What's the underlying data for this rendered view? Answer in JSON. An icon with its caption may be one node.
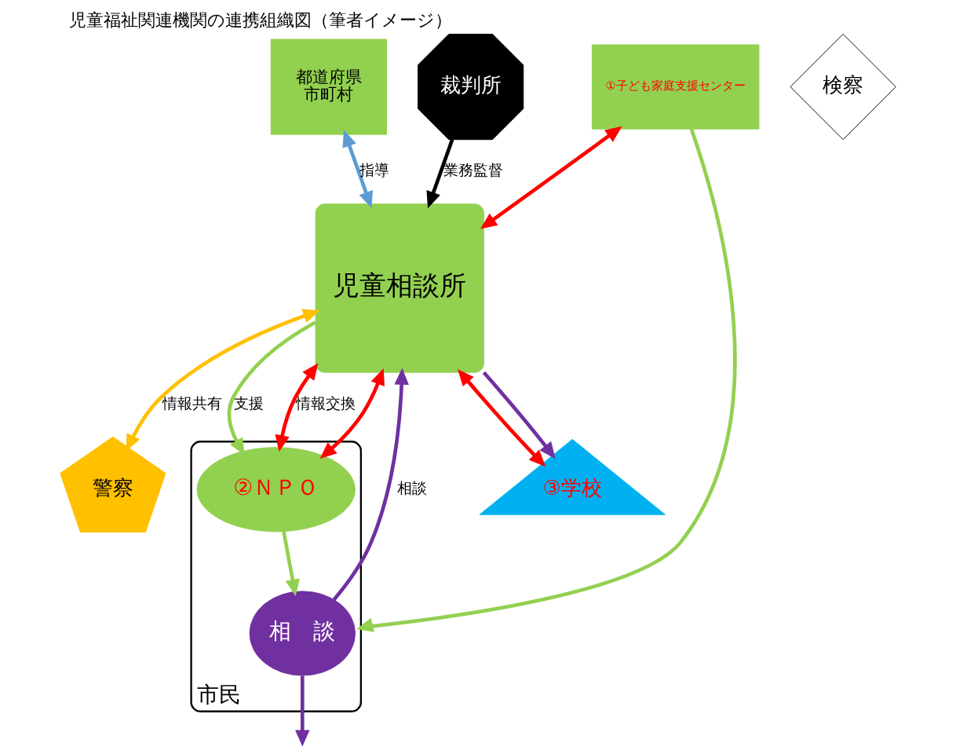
{
  "diagram": {
    "title": "児童福祉関連機関の連携組織図（筆者イメージ）",
    "nodes": [
      {
        "text": [
          "都道府県",
          "市町村"
        ]
      },
      {
        "text": [
          "①子ども家庭支援センター"
        ]
      },
      {
        "text": [
          "児童相談所"
        ]
      },
      {
        "text": [
          "③学校"
        ]
      },
      {
        "text": [
          "裁判所"
        ]
      },
      {
        "text": [
          "検察"
        ]
      },
      {
        "text": [
          "警察"
        ]
      },
      {
        "text": [
          "市民"
        ]
      },
      {
        "text": [
          "相　談"
        ],
        "in": 7
      },
      {
        "text": [
          "②ＮＰＯ"
        ],
        "in": 7
      }
    ],
    "edges": [
      {
        "from": 0,
        "to": 2,
        "arrow": "both",
        "label": "指導",
        "color": "#5b9bd5"
      },
      {
        "from": 2,
        "to": 3,
        "arrow": "both",
        "color": "#ff0000"
      },
      {
        "from": 2,
        "to": 3,
        "arrow": "to",
        "color": "#7030a0"
      },
      {
        "from": 4,
        "to": 2,
        "arrow": "to",
        "label": "業務監督",
        "color": "#000000"
      },
      {
        "from": 1,
        "to": 2,
        "arrow": "both",
        "color": "#ff0000"
      },
      {
        "from": 1,
        "to": 7,
        "arrow": "to",
        "color": "#92d050"
      },
      {
        "from": 8,
        "to": null,
        "arrow": "to",
        "color": "#7030a0"
      },
      {
        "from": 8,
        "to": 2,
        "arrow": "to",
        "label": "相談",
        "color": "#7030a0"
      },
      {
        "from": 2,
        "to": 9,
        "arrow": "both",
        "color": "#ff0000"
      },
      {
        "from": 2,
        "to": 9,
        "arrow": "to",
        "label": "支援",
        "color": "#92d050"
      },
      {
        "from": 2,
        "to": 9,
        "arrow": "both",
        "label": "情報交換",
        "color": "#ff0000"
      },
      {
        "from": 2,
        "to": 6,
        "arrow": "both",
        "label": "情報共有",
        "color": "#ffc000"
      },
      {
        "from": 9,
        "to": 8,
        "arrow": "to",
        "color": "#92d050"
      }
    ]
  }
}
